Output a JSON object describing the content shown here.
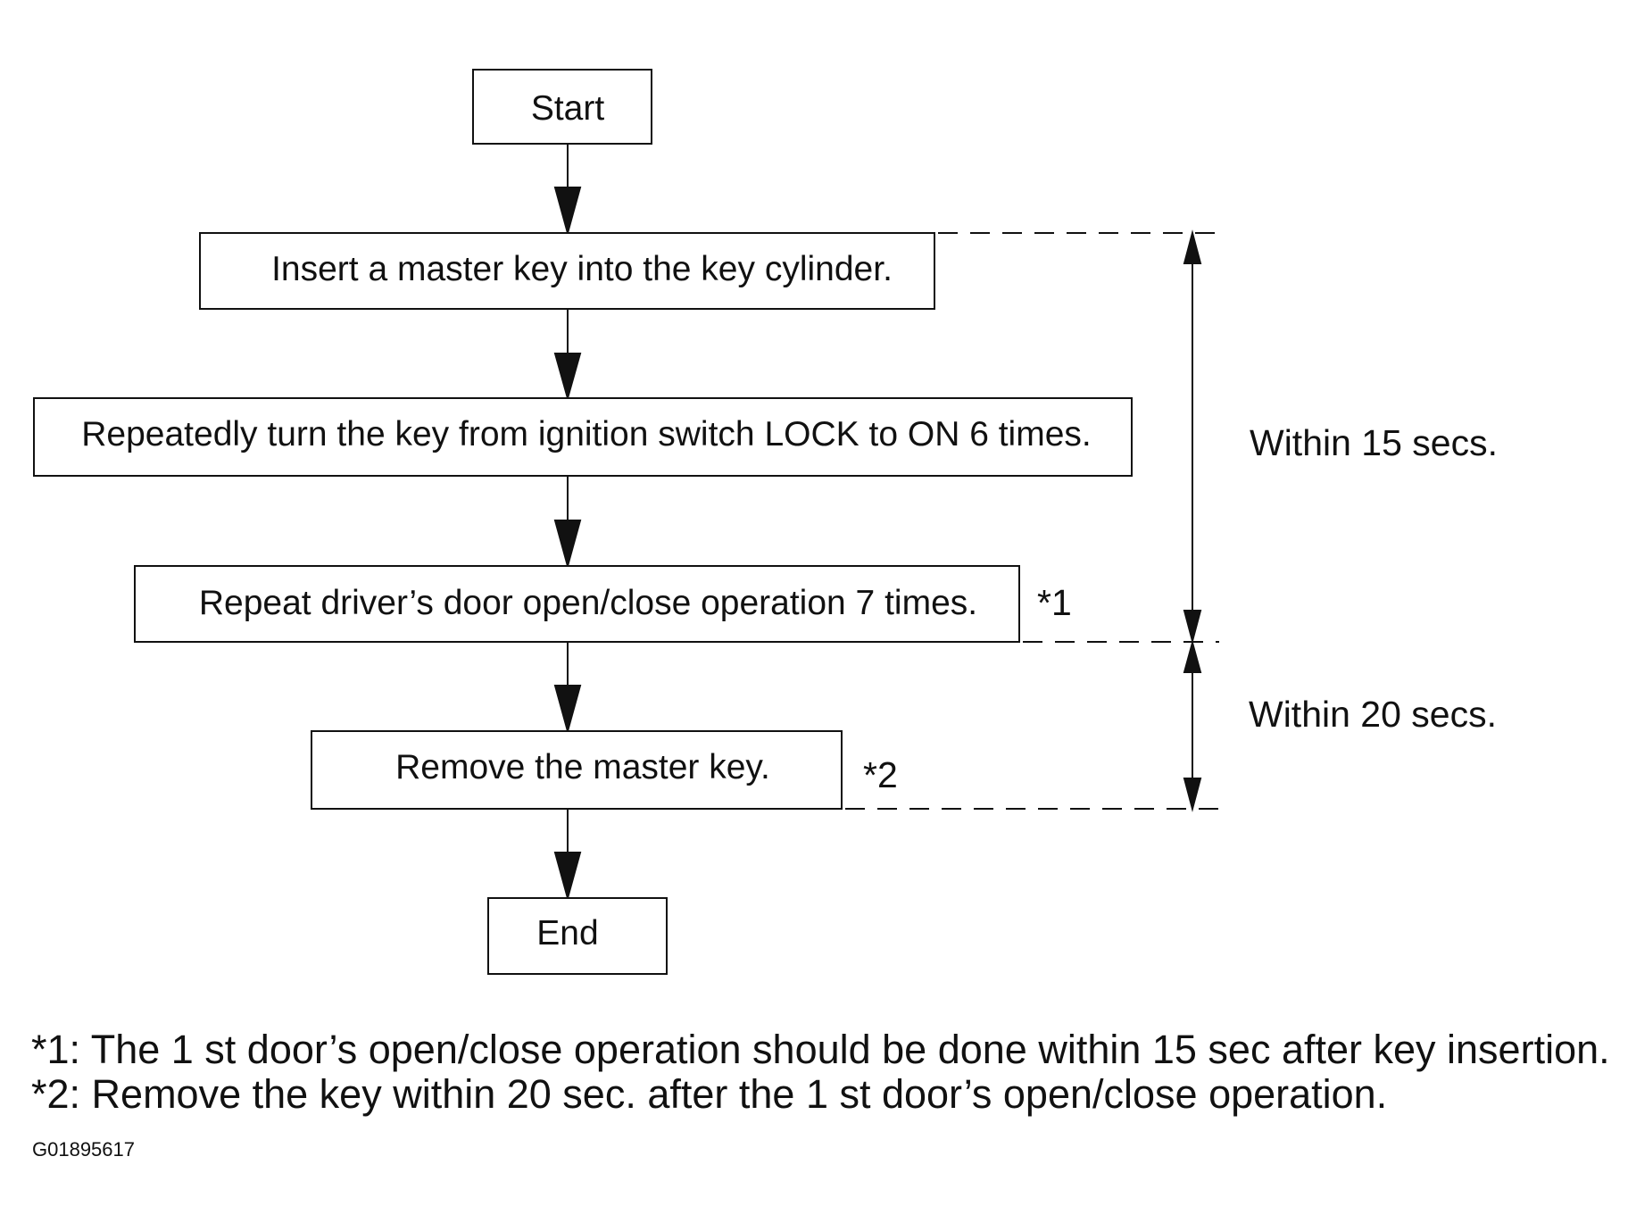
{
  "flowchart": {
    "steps": [
      {
        "id": "start",
        "label": "Start"
      },
      {
        "id": "insert-key",
        "label": "Insert a master key into the key cylinder."
      },
      {
        "id": "turn-key",
        "label": "Repeatedly turn the key from ignition switch LOCK to ON 6 times."
      },
      {
        "id": "door-operation",
        "label": "Repeat driver’s door open/close operation 7 times."
      },
      {
        "id": "remove-key",
        "label": "Remove the master key."
      },
      {
        "id": "end",
        "label": "End"
      }
    ],
    "step_marks": {
      "door_operation": "*1",
      "remove_key": "*2"
    },
    "intervals": [
      {
        "label": "Within 15 secs."
      },
      {
        "label": "Within 20 secs."
      }
    ]
  },
  "notes": [
    "*1: The 1 st door’s open/close operation should be done within 15 sec after key insertion.",
    "*2: Remove the key within 20 sec. after the 1 st door’s open/close operation."
  ],
  "figure_code": "G01895617"
}
